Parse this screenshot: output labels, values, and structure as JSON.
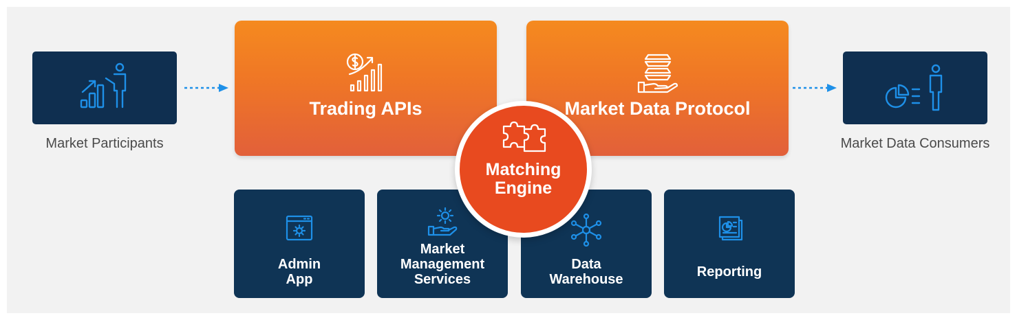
{
  "left_node": {
    "label": "Market Participants"
  },
  "right_node": {
    "label": "Market Data Consumers"
  },
  "top_boxes": [
    {
      "label": "Trading APIs"
    },
    {
      "label": "Market Data Protocol"
    }
  ],
  "engine": {
    "line1": "Matching",
    "line2": "Engine"
  },
  "services": [
    {
      "lines": [
        "Admin",
        "App"
      ]
    },
    {
      "lines": [
        "Market",
        "Management",
        "Services"
      ]
    },
    {
      "lines": [
        "Data",
        "Warehouse"
      ]
    },
    {
      "lines": [
        "Reporting"
      ]
    }
  ],
  "colors": {
    "orange_top": "#f58a1f",
    "orange_bottom": "#e2603a",
    "engine": "#e84a1f",
    "navy": "#0f3455",
    "icon_blue": "#1e90e8"
  }
}
